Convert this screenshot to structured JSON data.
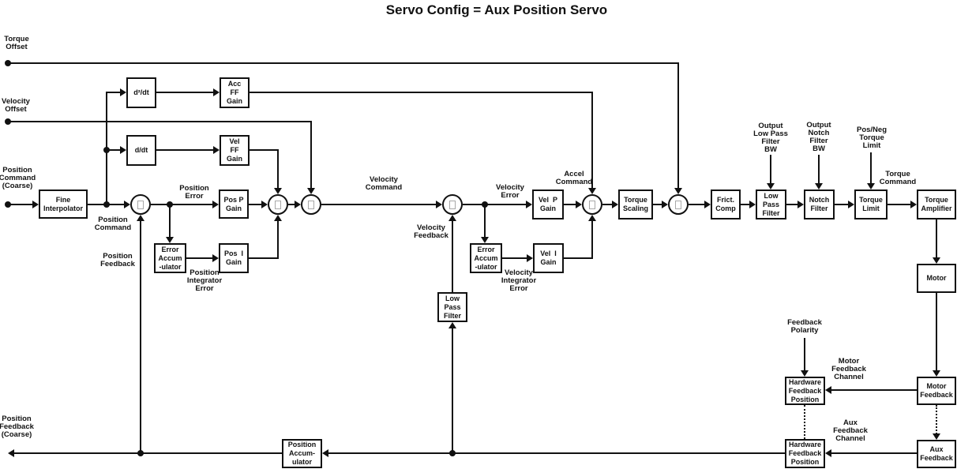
{
  "title": "Servo Config = Aux Position Servo",
  "blocks": {
    "fine_interpolator": "Fine\nInterpolator",
    "d2dt": "d²/dt",
    "ddt": "d/dt",
    "acc_ff_gain": "Acc\nFF\nGain",
    "vel_ff_gain": "Vel\nFF\nGain",
    "pos_p_gain": "Pos P\nGain",
    "pos_i_gain": "Pos  I\nGain",
    "pos_error_accumulator": "Error\nAccum\n-ulator",
    "vel_error_accumulator": "Error\nAccum\n-ulator",
    "vel_p_gain": "Vel  P\nGain",
    "vel_i_gain": "Vel  I\nGain",
    "vel_low_pass_filter": "Low\nPass\nFilter",
    "torque_scaling": "Torque\nScaling",
    "friction_comp": "Frict.\nComp",
    "output_low_pass_filter": "Low\nPass\nFilter",
    "notch_filter": "Notch\nFilter",
    "torque_limit": "Torque\nLimit",
    "torque_amplifier": "Torque\nAmplifier",
    "motor": "Motor",
    "motor_feedback": "Motor\nFeedback",
    "aux_feedback": "Aux\nFeedback",
    "hw_feedback_position_motor": "Hardware\nFeedback\nPosition",
    "hw_feedback_position_aux": "Hardware\nFeedback\nPosition",
    "position_accumulator": "Position\nAccum-\nulator"
  },
  "labels": {
    "torque_offset": "Torque\nOffset",
    "velocity_offset": "Velocity\nOffset",
    "position_command_coarse": "Position\nCommand\n(Coarse)",
    "position_command": "Position\nCommand",
    "position_error": "Position\nError",
    "position_feedback": "Position\nFeedback",
    "position_integrator_error": "Position\nIntegrator\nError",
    "velocity_command": "Velocity\nCommand",
    "velocity_feedback": "Velocity\nFeedback",
    "velocity_error": "Velocity\nError",
    "velocity_integrator_error": "Velocity\nIntegrator\nError",
    "accel_command": "Accel\nCommand",
    "output_low_pass_filter_bw": "Output\nLow Pass\nFilter\nBW",
    "output_notch_filter_bw": "Output\nNotch\nFilter\nBW",
    "pos_neg_torque_limit": "Pos/Neg\nTorque\nLimit",
    "torque_command": "Torque\nCommand",
    "feedback_polarity": "Feedback\nPolarity",
    "motor_feedback_channel": "Motor\nFeedback\nChannel",
    "aux_feedback_channel": "Aux\nFeedback\nChannel",
    "position_feedback_coarse": "Position\nFeedback\n(Coarse)"
  },
  "colors": {
    "line": "#111111",
    "background": "#ffffff",
    "missing_glyph_box": "#a8a8a8"
  }
}
